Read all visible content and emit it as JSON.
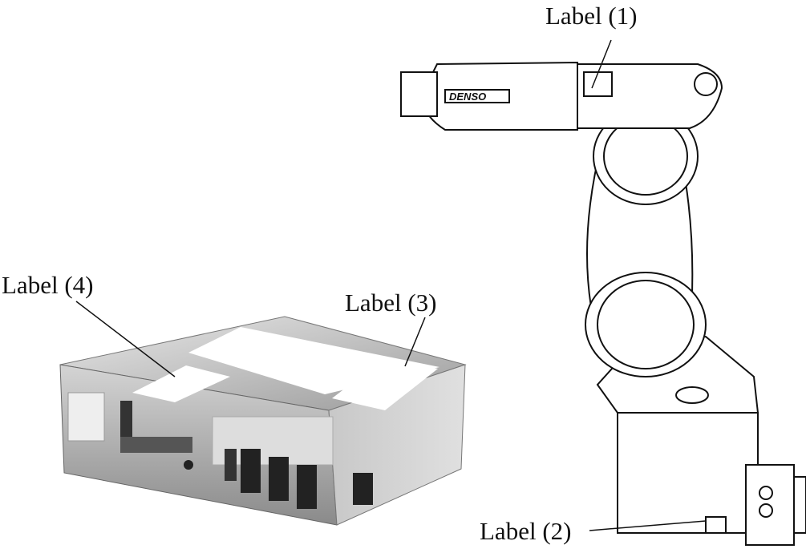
{
  "labels": {
    "label1": "Label (1)",
    "label2": "Label (2)",
    "label3": "Label (3)",
    "label4": "Label (4)"
  },
  "robot": {
    "brand": "DENSO"
  },
  "colors": {
    "line": "#111111",
    "label_fill": "#ffffff",
    "controller_metal": "#b8b8b8"
  }
}
